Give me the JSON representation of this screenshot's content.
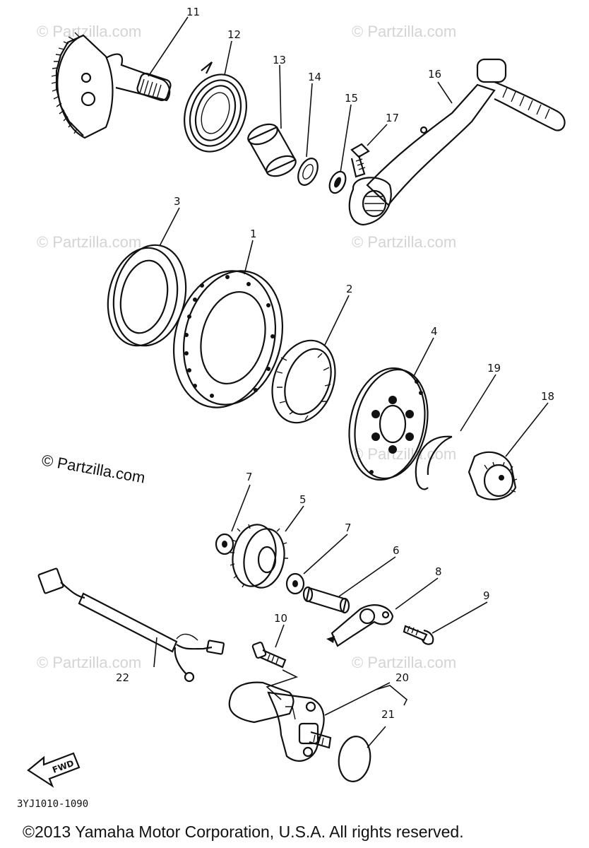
{
  "callouts": {
    "c1": "1",
    "c2": "2",
    "c3": "3",
    "c4": "4",
    "c5": "5",
    "c6": "6",
    "c7a": "7",
    "c7b": "7",
    "c8": "8",
    "c9": "9",
    "c10": "10",
    "c11": "11",
    "c12": "12",
    "c13": "13",
    "c14": "14",
    "c15": "15",
    "c16": "16",
    "c17": "17",
    "c18": "18",
    "c19": "19",
    "c20": "20",
    "c21": "21",
    "c22": "22"
  },
  "watermarks": {
    "main": "© Partzilla.com",
    "faint": "© Partzilla.com"
  },
  "fwd_label": "FWD",
  "diagram_code": "3YJ1010-1090",
  "copyright": "©2013 Yamaha Motor Corporation, U.S.A. All rights reserved."
}
